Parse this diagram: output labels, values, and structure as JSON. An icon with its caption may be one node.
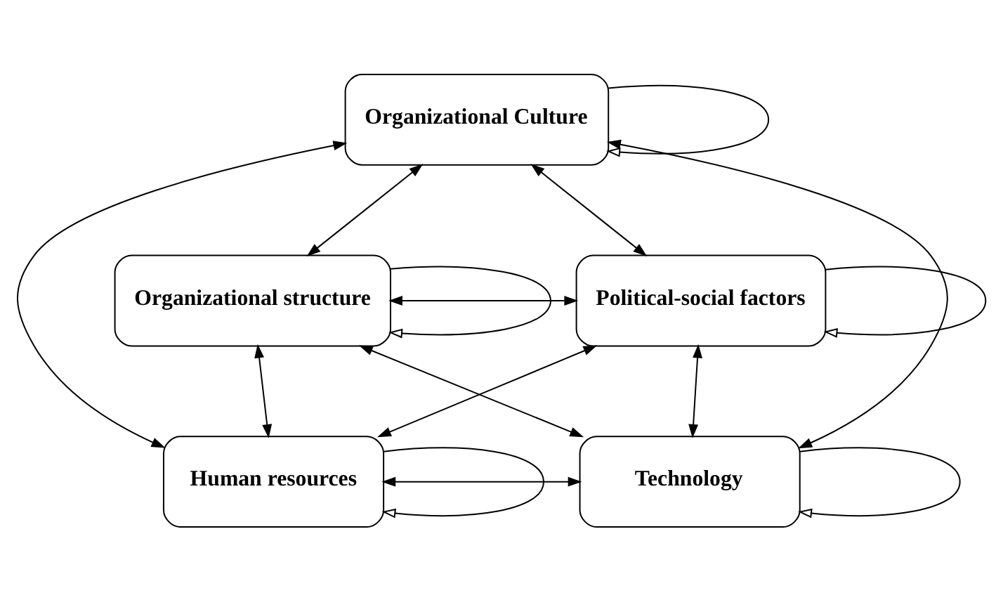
{
  "diagram": {
    "nodes": [
      {
        "text": [
          "Organizational Culture"
        ]
      },
      {
        "text": [
          "Organizational structure"
        ]
      },
      {
        "text": [
          "Political-social factors"
        ]
      },
      {
        "text": [
          "Human resources"
        ]
      },
      {
        "text": [
          "Technology"
        ]
      }
    ],
    "edges": [
      {
        "from": 0,
        "to": 0,
        "arrow": "to"
      },
      {
        "from": 1,
        "to": 1,
        "arrow": "to"
      },
      {
        "from": 2,
        "to": 2,
        "arrow": "to"
      },
      {
        "from": 3,
        "to": 3,
        "arrow": "to"
      },
      {
        "from": 4,
        "to": 4,
        "arrow": "to"
      },
      {
        "from": 0,
        "to": 1,
        "arrow": "both"
      },
      {
        "from": 0,
        "to": 2,
        "arrow": "both"
      },
      {
        "from": 0,
        "to": 3,
        "arrow": "both"
      },
      {
        "from": 0,
        "to": 4,
        "arrow": "both"
      },
      {
        "from": 1,
        "to": 2,
        "arrow": "both"
      },
      {
        "from": 1,
        "to": 3,
        "arrow": "both"
      },
      {
        "from": 1,
        "to": 4,
        "arrow": "both"
      },
      {
        "from": 2,
        "to": 3,
        "arrow": "both"
      },
      {
        "from": 2,
        "to": 4,
        "arrow": "both"
      },
      {
        "from": 3,
        "to": 4,
        "arrow": "both"
      }
    ]
  }
}
